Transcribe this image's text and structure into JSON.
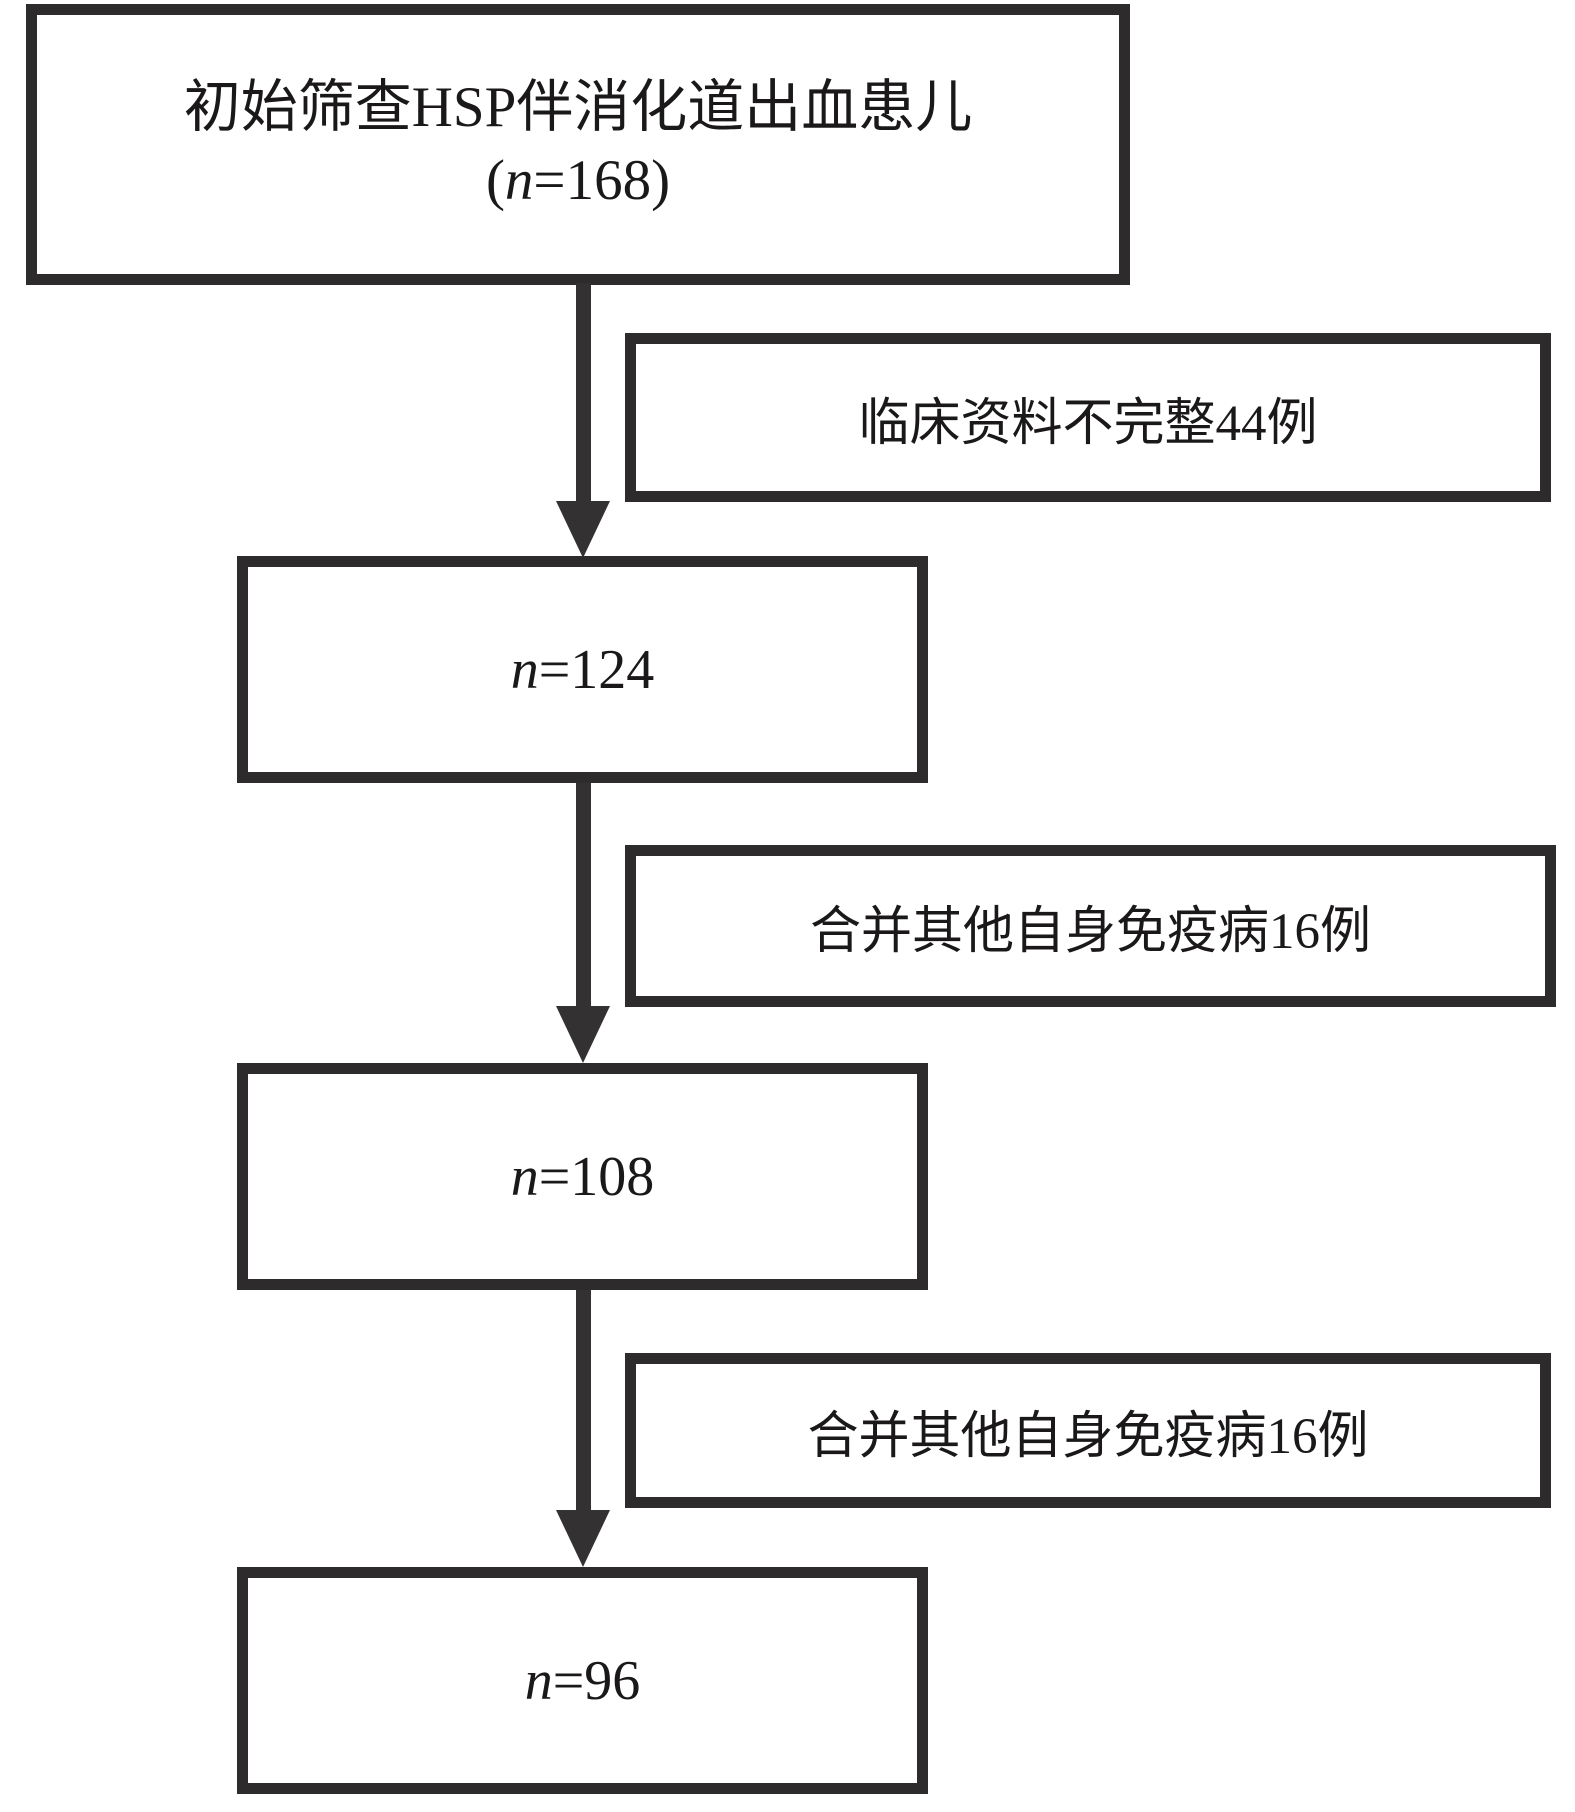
{
  "diagram": {
    "type": "flowchart",
    "language": "zh",
    "colors": {
      "line": "#2e2b2c",
      "arrow": "#343132",
      "text": "#1b1819",
      "background": "#ffffff"
    },
    "flow_nodes": [
      {
        "id": "initial-screening",
        "label": "初始筛查HSP伴消化道出血患儿",
        "count": {
          "prefix": "(",
          "var": "n",
          "rest": "=168)"
        }
      },
      {
        "id": "after-exclusion-1",
        "count": {
          "prefix": "",
          "var": "n",
          "rest": "=124"
        }
      },
      {
        "id": "after-exclusion-2",
        "count": {
          "prefix": "",
          "var": "n",
          "rest": "=108"
        }
      },
      {
        "id": "final-cohort",
        "count": {
          "prefix": "",
          "var": "n",
          "rest": "=96"
        }
      }
    ],
    "exclusion_nodes": [
      {
        "id": "exclusion-1",
        "label": "临床资料不完整44例"
      },
      {
        "id": "exclusion-2",
        "label": "合并其他自身免疫病16例"
      },
      {
        "id": "exclusion-3",
        "label": "合并其他自身免疫病16例"
      }
    ],
    "edges": [
      {
        "from": "initial-screening",
        "to": "after-exclusion-1",
        "exclusion": "exclusion-1"
      },
      {
        "from": "after-exclusion-1",
        "to": "after-exclusion-2",
        "exclusion": "exclusion-2"
      },
      {
        "from": "after-exclusion-2",
        "to": "final-cohort",
        "exclusion": "exclusion-3"
      }
    ]
  }
}
